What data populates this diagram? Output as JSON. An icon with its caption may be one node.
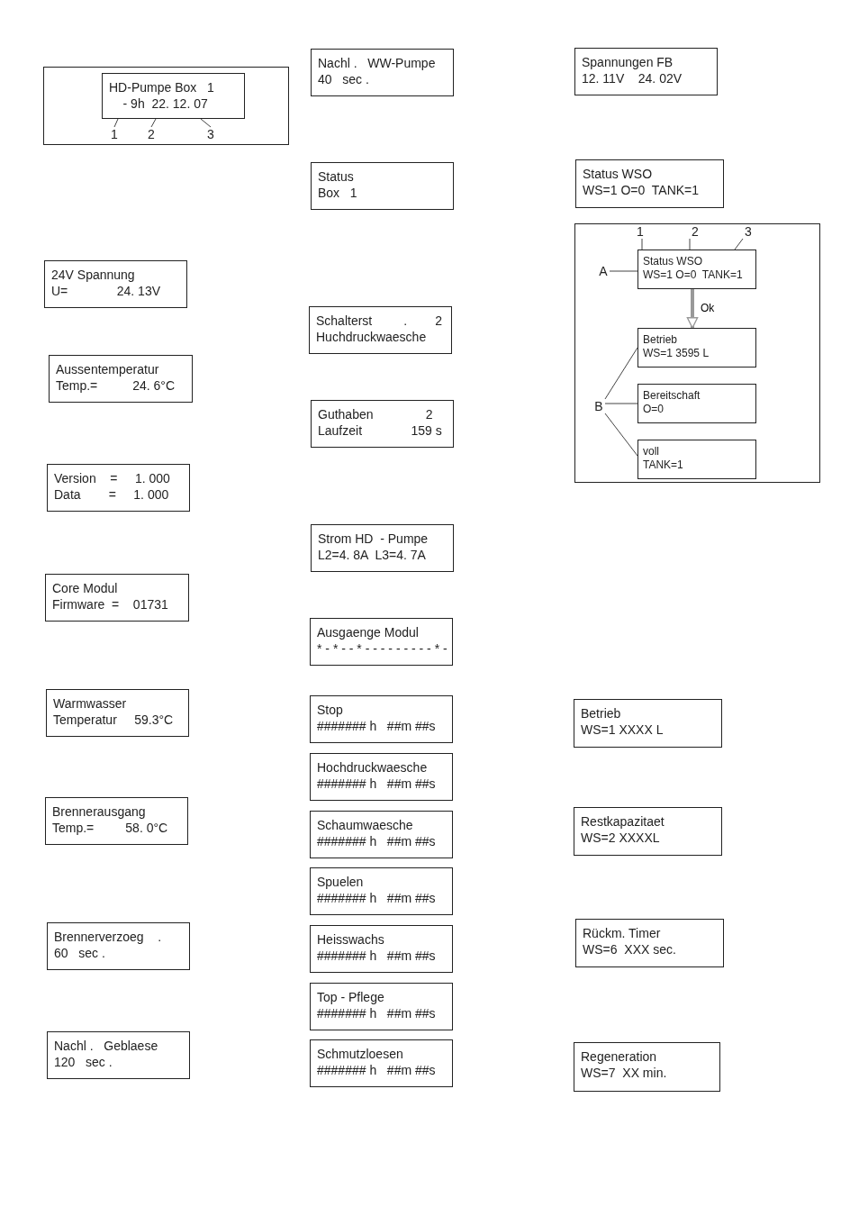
{
  "diagram": {
    "nodes": [
      {
        "text": [],
        "shape": "box"
      },
      {
        "text": [
          "HD-Pumpe Box   1",
          "    - 9h  22. 12. 07"
        ],
        "in": 0
      },
      {
        "text": [
          "1"
        ],
        "in": 0
      },
      {
        "text": [
          "2"
        ],
        "in": 0
      },
      {
        "text": [
          "3"
        ],
        "in": 0
      },
      {
        "text": [
          "24V Spannung",
          "U=              24. 13V"
        ]
      },
      {
        "text": [
          "Aussentemperatur",
          "Temp.=          24. 6°C"
        ]
      },
      {
        "text": [
          "Version    =     1. 000",
          "Data        =     1. 000"
        ]
      },
      {
        "text": [
          "Core Modul",
          "Firmware  =    01731"
        ]
      },
      {
        "text": [
          "Warmwasser",
          "Temperatur     59.3°C"
        ]
      },
      {
        "text": [
          "Brennerausgang",
          "Temp.=         58. 0°C"
        ]
      },
      {
        "text": [
          "Brennerverzoeg    .",
          "60   sec ."
        ]
      },
      {
        "text": [
          "Nachl .   Geblaese",
          "120   sec ."
        ]
      },
      {
        "text": [
          "Nachl .   WW-Pumpe",
          "40   sec ."
        ]
      },
      {
        "text": [
          "Status",
          "Box   1"
        ]
      },
      {
        "text": [
          "Schalterst         .        2",
          "Huchdruckwaesche"
        ]
      },
      {
        "text": [
          "Guthaben               2",
          "Laufzeit              159 s"
        ]
      },
      {
        "text": [
          "Strom HD  - Pumpe",
          "L2=4. 8A  L3=4. 7A"
        ]
      },
      {
        "text": [
          "Ausgaenge Modul",
          "* - * - - * - - - - - - - - - * -"
        ]
      },
      {
        "text": [
          "Stop",
          "####### h   ##m ##s"
        ]
      },
      {
        "text": [
          "Hochdruckwaesche",
          "####### h   ##m ##s"
        ]
      },
      {
        "text": [
          "Schaumwaesche",
          "####### h   ##m ##s"
        ]
      },
      {
        "text": [
          "Spuelen",
          "####### h   ##m ##s"
        ]
      },
      {
        "text": [
          "Heisswachs",
          "####### h   ##m ##s"
        ]
      },
      {
        "text": [
          "Top - Pflege",
          "####### h   ##m ##s"
        ]
      },
      {
        "text": [
          "Schmutzloesen",
          "####### h   ##m ##s"
        ]
      },
      {
        "text": [
          "Spannungen FB",
          "12. 11V    24. 02V"
        ]
      },
      {
        "text": [
          "Status WSO",
          "WS=1 O=0  TANK=1"
        ]
      },
      {
        "text": [],
        "shape": "box"
      },
      {
        "text": [
          "Status WSO",
          "WS=1 O=0  TANK=1"
        ],
        "in": 28
      },
      {
        "text": [
          "1"
        ],
        "in": 28
      },
      {
        "text": [
          "2"
        ],
        "in": 28
      },
      {
        "text": [
          "3"
        ],
        "in": 28
      },
      {
        "text": [
          "A"
        ],
        "in": 28
      },
      {
        "text": [
          "Betrieb",
          "WS=1 3595 L"
        ],
        "in": 28
      },
      {
        "text": [
          "Bereitschaft",
          "O=0"
        ],
        "in": 28
      },
      {
        "text": [
          "voll",
          "TANK=1"
        ],
        "in": 28
      },
      {
        "text": [
          "B"
        ],
        "in": 28
      },
      {
        "text": [
          "Betrieb",
          "WS=1 XXXX L"
        ]
      },
      {
        "text": [
          "Restkapazitaet",
          "WS=2 XXXXL"
        ]
      },
      {
        "text": [
          "Rückm. Timer",
          "WS=6  XXX sec."
        ]
      },
      {
        "text": [
          "Regeneration",
          "WS=7  XX min."
        ]
      }
    ],
    "edges": [
      {
        "from": 2,
        "to": 1,
        "arrow": "none"
      },
      {
        "from": 3,
        "to": 1,
        "arrow": "none"
      },
      {
        "from": 4,
        "to": 1,
        "arrow": "none"
      },
      {
        "from": 30,
        "to": 29,
        "arrow": "none"
      },
      {
        "from": 31,
        "to": 29,
        "arrow": "none"
      },
      {
        "from": 32,
        "to": 29,
        "arrow": "none"
      },
      {
        "from": 33,
        "to": 29,
        "arrow": "none"
      },
      {
        "from": 29,
        "to": 34,
        "arrow": "to",
        "label": "Ok",
        "style": "thick",
        "color": "#999999"
      },
      {
        "from": 37,
        "to": 34,
        "arrow": "none"
      },
      {
        "from": 37,
        "to": 35,
        "arrow": "none"
      },
      {
        "from": 37,
        "to": 36,
        "arrow": "none"
      }
    ]
  }
}
